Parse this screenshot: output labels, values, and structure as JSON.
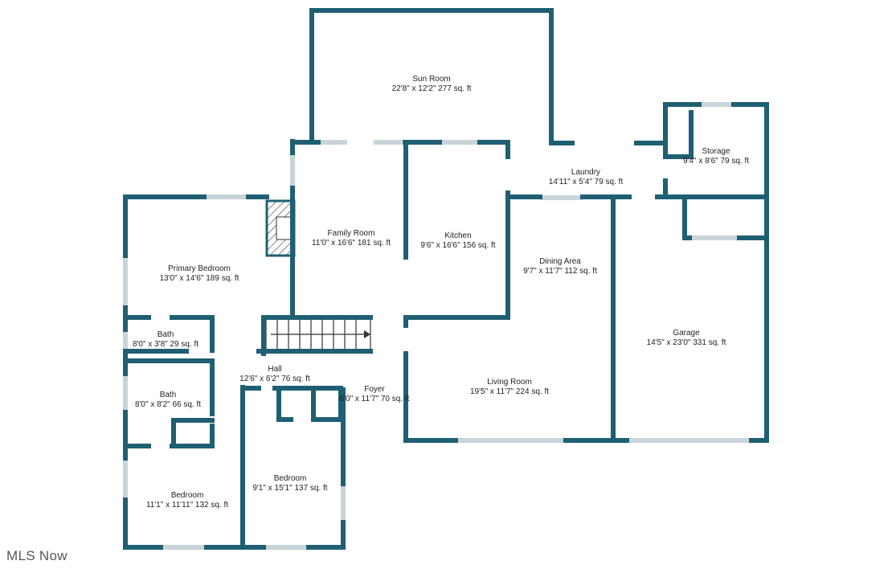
{
  "colors": {
    "wall": "#1f5f73",
    "window": "#c9d4d9",
    "label": "#222222",
    "hatch": "#333333"
  },
  "watermark": "MLS Now",
  "rooms": {
    "sun_room": {
      "name": "Sun Room",
      "dims": "22'8\" x 12'2\" 277 sq. ft"
    },
    "family_room": {
      "name": "Family Room",
      "dims": "11'0\" x 16'6\" 181 sq. ft"
    },
    "kitchen": {
      "name": "Kitchen",
      "dims": "9'6\" x 16'6\" 156 sq. ft"
    },
    "laundry": {
      "name": "Laundry",
      "dims": "14'11\" x 5'4\" 79 sq. ft"
    },
    "storage": {
      "name": "Storage",
      "dims": "9'4\" x 8'6\" 79 sq. ft"
    },
    "primary_bedroom": {
      "name": "Primary Bedroom",
      "dims": "13'0\" x 14'6\" 189 sq. ft"
    },
    "dining_area": {
      "name": "Dining Area",
      "dims": "9'7\" x 11'7\" 112 sq. ft"
    },
    "garage": {
      "name": "Garage",
      "dims": "14'5\" x 23'0\" 331 sq. ft"
    },
    "bath_1": {
      "name": "Bath",
      "dims": "8'0\" x 3'8\" 29 sq. ft"
    },
    "hall": {
      "name": "Hall",
      "dims": "12'6\" x 6'2\" 76 sq. ft"
    },
    "foyer": {
      "name": "Foyer",
      "dims": "6'0\" x 11'7\" 70 sq. ft"
    },
    "living_room": {
      "name": "Living Room",
      "dims": "19'5\" x 11'7\" 224 sq. ft"
    },
    "bath_2": {
      "name": "Bath",
      "dims": "8'0\" x 8'2\" 66 sq. ft"
    },
    "bedroom_1": {
      "name": "Bedroom",
      "dims": "9'1\" x 15'1\" 137 sq. ft"
    },
    "bedroom_2": {
      "name": "Bedroom",
      "dims": "11'1\" x 11'11\" 132 sq. ft"
    }
  }
}
